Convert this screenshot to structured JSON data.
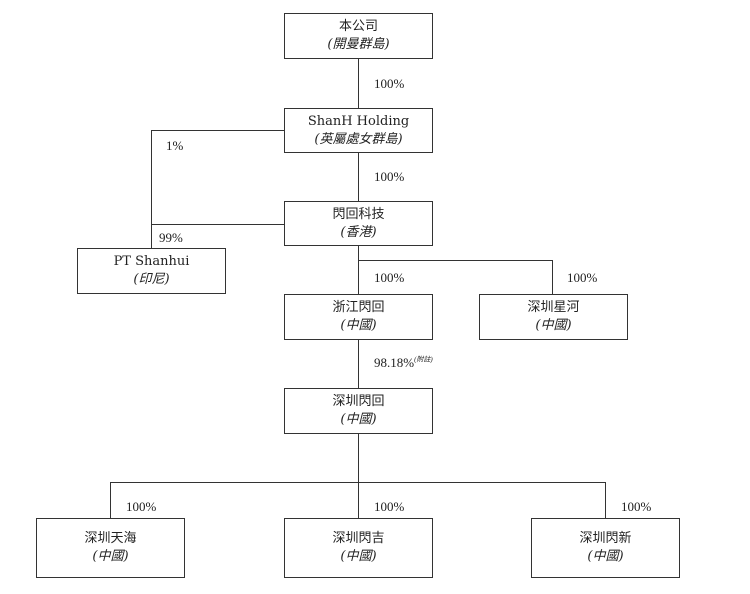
{
  "entities": {
    "company": {
      "name": "本公司",
      "location": "(開曼群島)"
    },
    "shanh_holding": {
      "name": "ShanH Holding",
      "location": "(英屬處女群島)"
    },
    "shanhui_tech": {
      "name": "閃回科技",
      "location": "(香港)"
    },
    "pt_shanhui": {
      "name": "PT Shanhui",
      "location": "(印尼)"
    },
    "zhejiang_shanhui": {
      "name": "浙江閃回",
      "location": "(中國)"
    },
    "shenzhen_xinghe": {
      "name": "深圳星河",
      "location": "(中國)"
    },
    "shenzhen_shanhui": {
      "name": "深圳閃回",
      "location": "(中國)"
    },
    "shenzhen_tianhai": {
      "name": "深圳天海",
      "location": "(中國)"
    },
    "shenzhen_shanji": {
      "name": "深圳閃吉",
      "location": "(中國)"
    },
    "shenzhen_shanxin": {
      "name": "深圳閃新",
      "location": "(中國)"
    }
  },
  "ownership": {
    "company_to_shanh": "100%",
    "shanh_to_pt": "1%",
    "shanh_to_tech": "100%",
    "tech_to_pt": "99%",
    "tech_to_zhejiang": "100%",
    "tech_to_xinghe": "100%",
    "zhejiang_to_shenzhen": "98.18%",
    "zhejiang_to_shenzhen_note": "(附註)",
    "shenzhen_to_tianhai": "100%",
    "shenzhen_to_shanji": "100%",
    "shenzhen_to_shanxin": "100%"
  }
}
